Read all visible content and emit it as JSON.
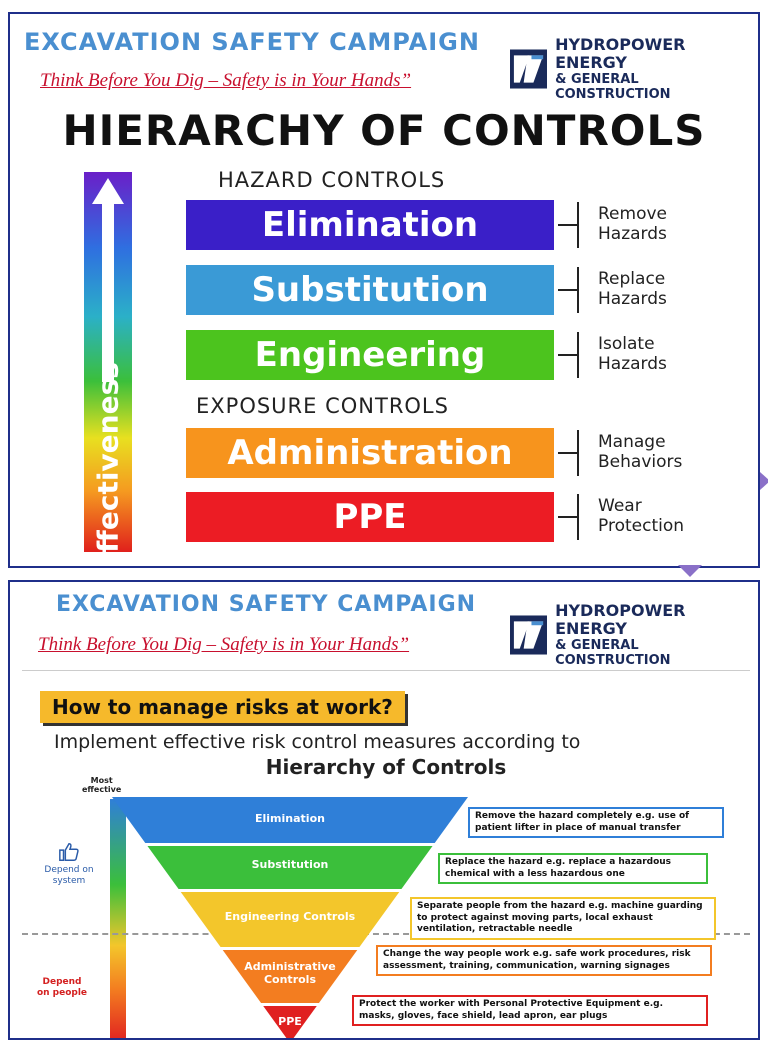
{
  "panel1": {
    "campaign_title": "EXCAVATION SAFETY CAMPAIGN",
    "tagline": "Think Before You Dig – Safety is in Your Hands”",
    "logo_line1": "HYDROPOWER ENERGY",
    "logo_line2": "& GENERAL CONSTRUCTION",
    "title": "HIERARCHY OF CONTROLS",
    "hazard_controls_label": "HAZARD CONTROLS",
    "exposure_controls_label": "EXPOSURE CONTROLS",
    "effectiveness_label": "Effectiveness",
    "controls": [
      {
        "label": "Elimination",
        "note1": "Remove",
        "note2": "Hazards",
        "color": "#3a1fc8"
      },
      {
        "label": "Substitution",
        "note1": "Replace",
        "note2": "Hazards",
        "color": "#3a9ad6"
      },
      {
        "label": "Engineering",
        "note1": "Isolate",
        "note2": "Hazards",
        "color": "#4cc41e"
      },
      {
        "label": "Administration",
        "note1": "Manage",
        "note2": "Behaviors",
        "color": "#f7941d"
      },
      {
        "label": "PPE",
        "note1": "Wear",
        "note2": "Protection",
        "color": "#ec1c24"
      }
    ]
  },
  "panel2": {
    "campaign_title": "EXCAVATION SAFETY CAMPAIGN",
    "tagline": "Think Before You Dig – Safety is in Your Hands”",
    "logo_line1": "HYDROPOWER ENERGY",
    "logo_line2": "& GENERAL CONSTRUCTION",
    "manage_title": "How to manage risks at work?",
    "implement_line": "Implement effective risk control measures according to",
    "hierarchy_title": "Hierarchy of Controls",
    "most_effective_1": "Most",
    "most_effective_2": "effective",
    "depend_system_1": "Depend on",
    "depend_system_2": "system",
    "depend_people_1": "Depend",
    "depend_people_2": "on people",
    "tiers": [
      {
        "label1": "Elimination",
        "label2": "",
        "color": "#2f7fd8",
        "desc": "Remove the hazard completely e.g. use of patient lifter in place of manual transfer",
        "box_color": "#2f7fd8"
      },
      {
        "label1": "Substitution",
        "label2": "",
        "color": "#3bbf3b",
        "desc": "Replace the hazard e.g. replace a hazardous chemical with a less hazardous one",
        "box_color": "#3bbf3b"
      },
      {
        "label1": "Engineering Controls",
        "label2": "",
        "color": "#f3c62b",
        "desc": "Separate people from the hazard e.g. machine guarding to protect against moving parts, local exhaust ventilation, retractable needle",
        "box_color": "#f3c62b"
      },
      {
        "label1": "Administrative",
        "label2": "Controls",
        "color": "#f37d20",
        "desc": "Change the way people work e.g. safe work procedures, risk assessment, training, communication, warning signages",
        "box_color": "#f37d20"
      },
      {
        "label1": "PPE",
        "label2": "",
        "color": "#e02020",
        "desc": "Protect the worker with Personal Protective Equipment e.g. masks, gloves, face shield, lead apron, ear plugs",
        "box_color": "#e02020"
      }
    ]
  }
}
